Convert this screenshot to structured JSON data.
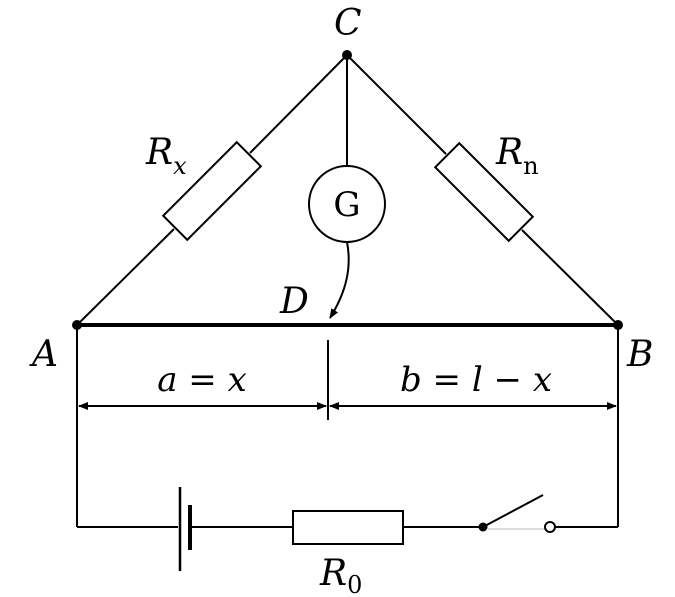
{
  "nodes": {
    "C": "C",
    "A": "A",
    "B": "B",
    "D": "D"
  },
  "resistors": {
    "rx_main": "R",
    "rx_sub": "x",
    "rn_main": "R",
    "rn_sub": "n",
    "r0_main": "R",
    "r0_sub": "0"
  },
  "meter": {
    "letter": "G"
  },
  "dimensions": {
    "a_label": "a = x",
    "b_label": "b = l − x"
  }
}
